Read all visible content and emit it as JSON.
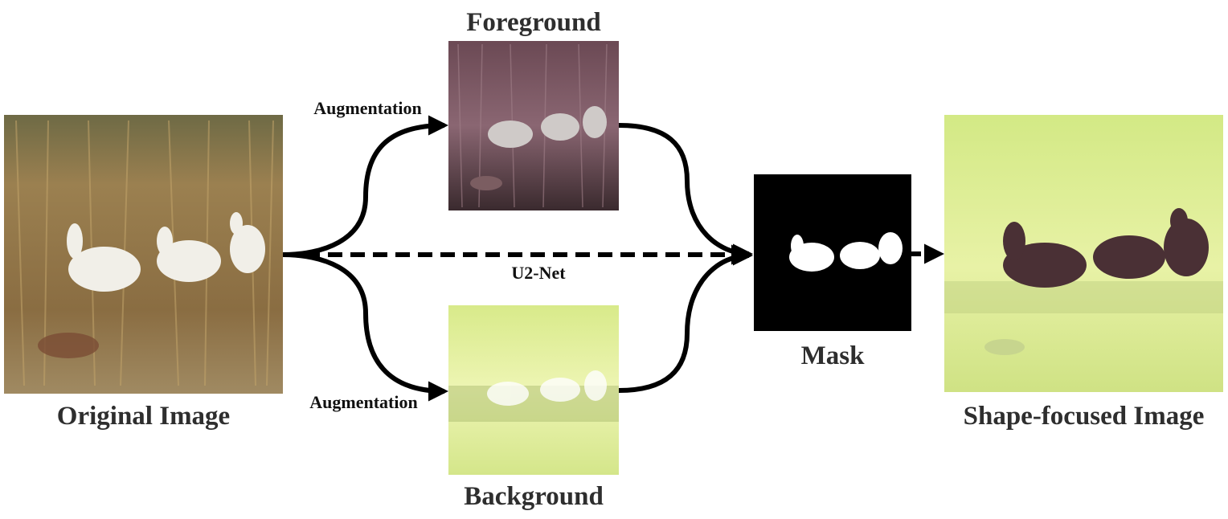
{
  "labels": {
    "original": "Original Image",
    "foreground": "Foreground",
    "background": "Background",
    "mask": "Mask",
    "shape_focused": "Shape-focused Image",
    "augmentation_top": "Augmentation",
    "augmentation_bottom": "Augmentation",
    "u2net": "U2-Net"
  },
  "colors": {
    "arrow": "#000000",
    "caption": "#2e2e2e",
    "original_bg": "#8f7548",
    "foreground_bg": "#5a3a44",
    "background_bg": "#e6ef9c",
    "mask_bg": "#000000",
    "shape_bg": "#dcee8e"
  }
}
